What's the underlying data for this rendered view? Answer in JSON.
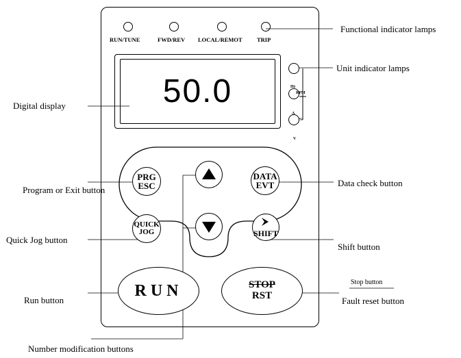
{
  "display": {
    "value": "50.0"
  },
  "function_lamps": [
    "RUN/TUNE",
    "FWD/REV",
    "LOCAL/REMOT",
    "TRIP"
  ],
  "unit_lamps": {
    "l1": "Hz",
    "l2": "RPM",
    "l3": "A",
    "l4": "%",
    "l5": "V"
  },
  "buttons": {
    "prg_line1": "PRG",
    "prg_line2": "ESC",
    "data_line1": "DATA",
    "data_line2": "EVT",
    "quick_line1": "QUICK",
    "quick_line2": "JOG",
    "shift": "SHIFT",
    "run": "RUN",
    "stop_line1": "STOP",
    "stop_line2": "RST"
  },
  "callouts": {
    "functional_lamps": "Functional  indicator lamps",
    "unit_lamps": "Unit indicator lamps",
    "digital_display": "Digital display",
    "program_exit": "Program or Exit button",
    "data_check": "Data check button",
    "quick_jog": "Quick Jog button",
    "shift": "Shift button",
    "run": "Run button",
    "stop": "Stop button",
    "fault_reset": "Fault reset button",
    "number_mod": "Number modification buttons"
  },
  "icons": {
    "up": "up-triangle-icon",
    "down": "down-triangle-icon",
    "shift": "right-chevron-icon"
  }
}
